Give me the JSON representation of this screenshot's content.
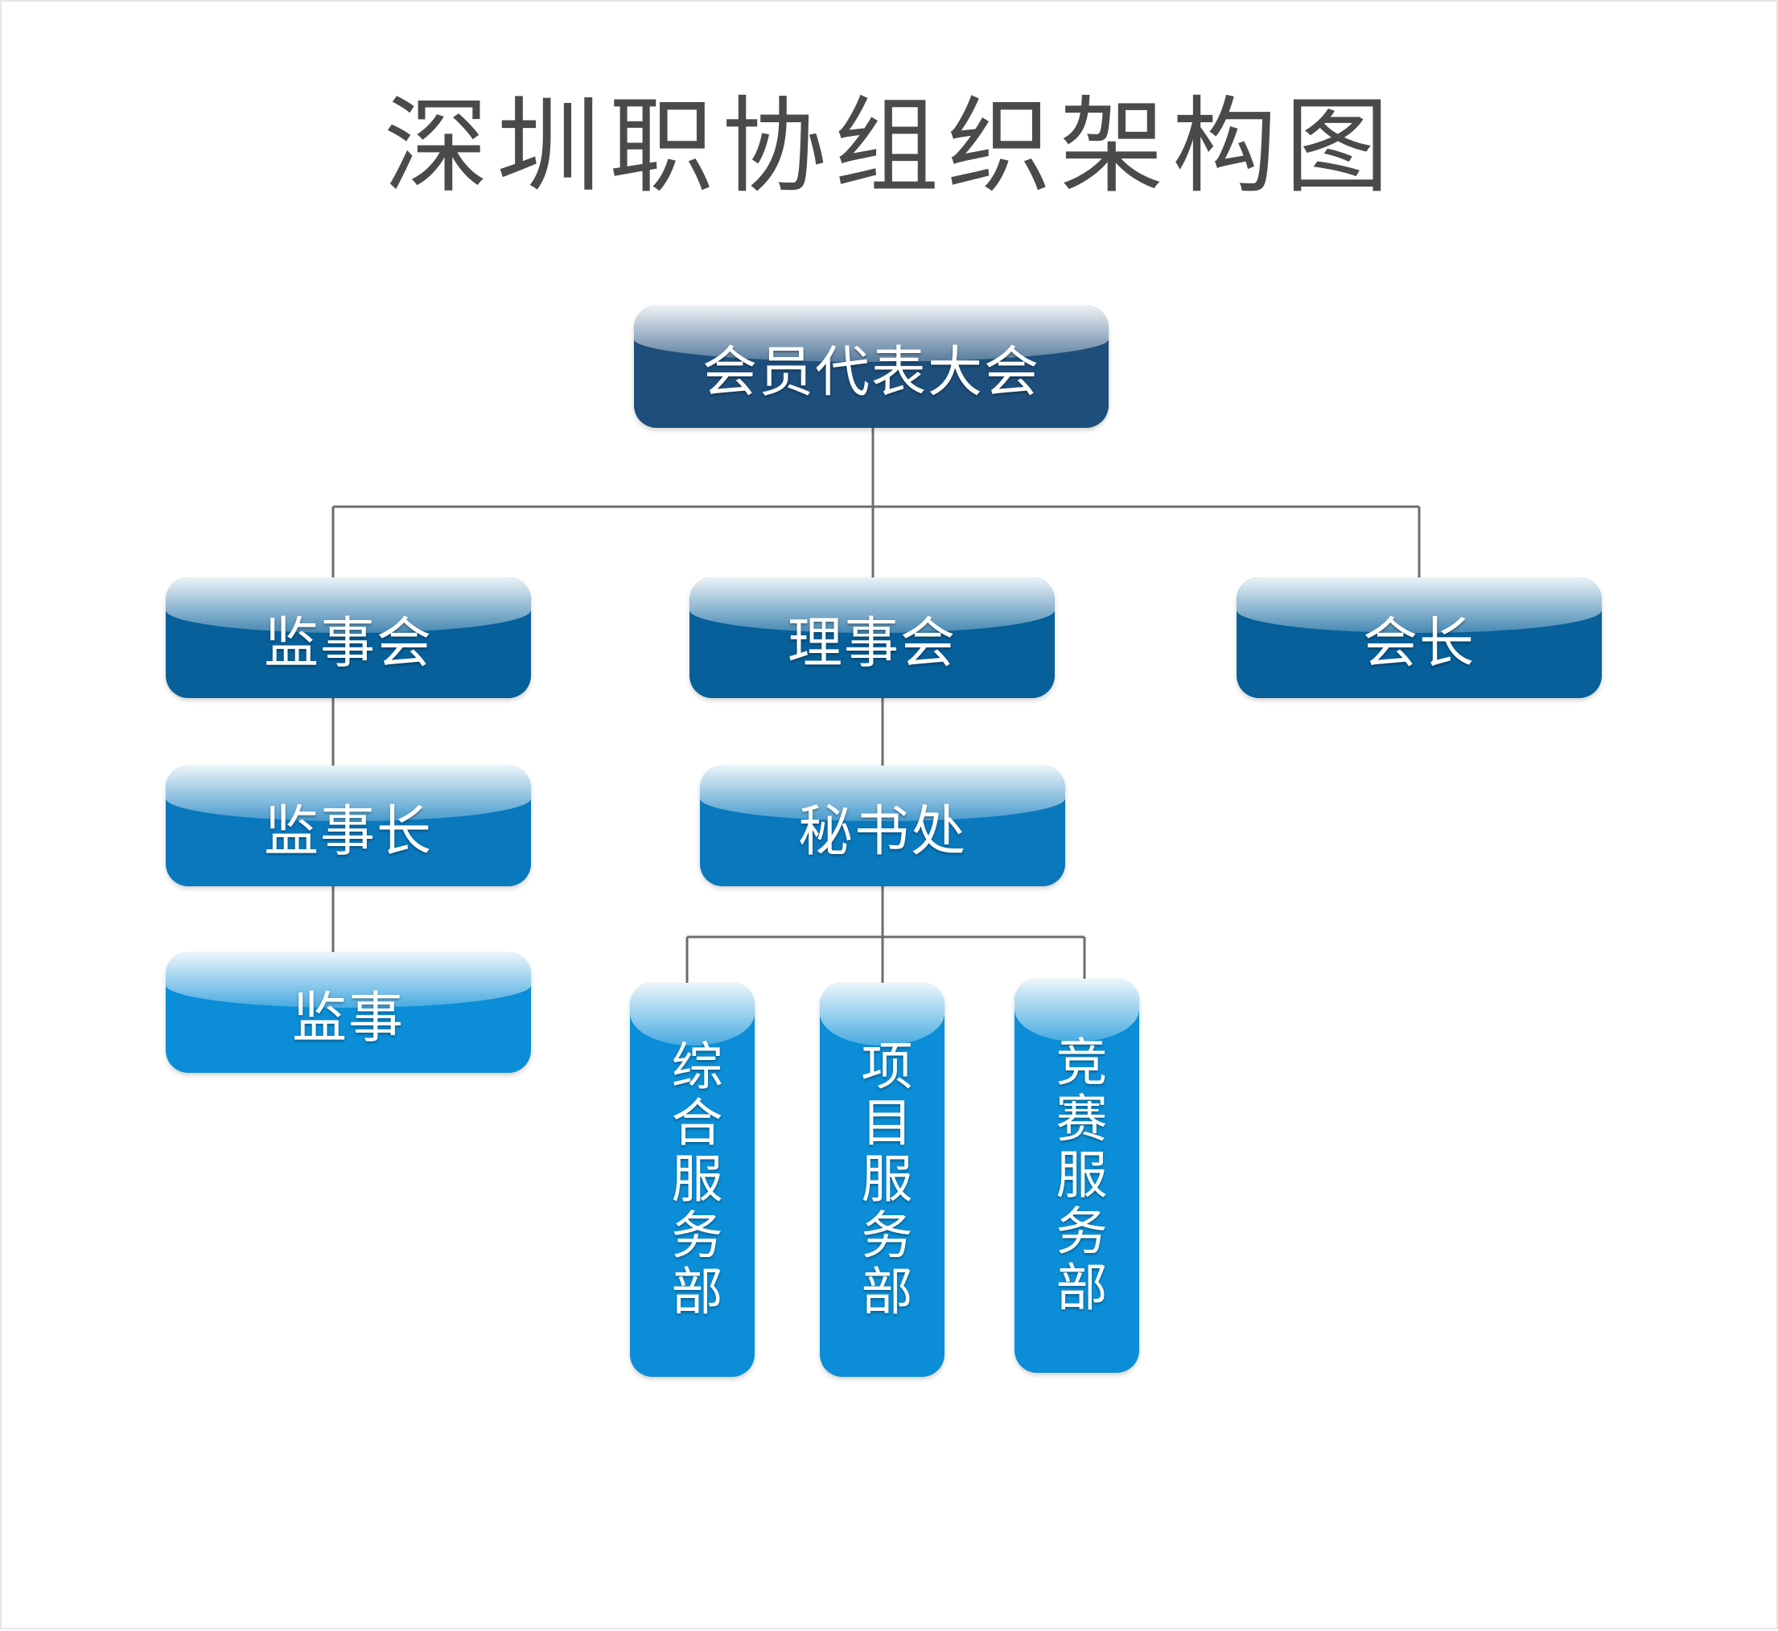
{
  "title": "深圳职协组织架构图",
  "colors": {
    "connector": "#6d6d6d",
    "box_top": "#1e4f7c",
    "box_level2": "#07609a",
    "box_level3": "#0a78bc",
    "box_level4": "#0b8ed7",
    "title_text": "#4a4a4a"
  },
  "nodes": {
    "assembly": "会员代表大会",
    "supervisory_board": "监事会",
    "council": "理事会",
    "president": "会长",
    "chief_supervisor": "监事长",
    "secretariat": "秘书处",
    "supervisor": "监事",
    "general_service_dept": "综合服务部",
    "project_service_dept": "项目服务部",
    "competition_service_dept": "竞赛服务部"
  }
}
